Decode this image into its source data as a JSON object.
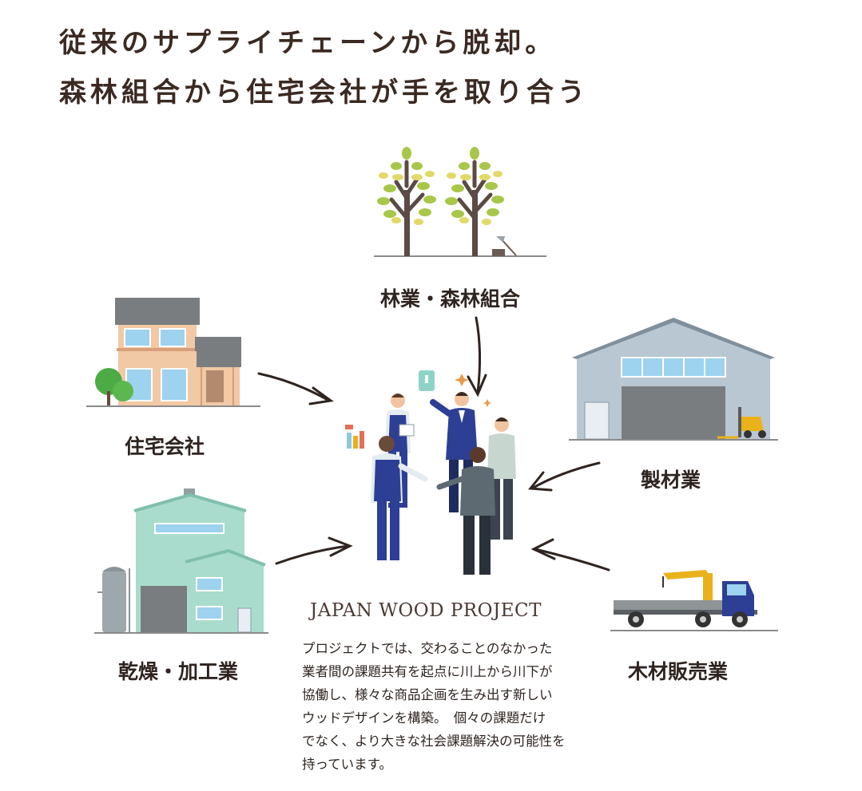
{
  "headline": {
    "line1": "従来のサプライチェーンから脱却。",
    "line2": "森林組合から住宅会社が手を取り合う"
  },
  "nodes": {
    "forestry": "林業・森林組合",
    "housing": "住宅会社",
    "sawmill": "製材業",
    "drying": "乾燥・加工業",
    "lumber": "木材販売業"
  },
  "project": {
    "title": "JAPAN WOOD PROJECT",
    "description_lines": [
      "プロジェクトでは、交わることのなかった",
      "業者間の課題共有を起点に川上から川下が",
      "協働し、様々な商品企画を生み出す新しい",
      "ウッドデザインを構築。　個々の課題だけ",
      "でなく、より大きな社会課題解決の可能性を",
      "持っています。"
    ]
  },
  "colors": {
    "text_dark": "#3b2a22",
    "leaf_green": "#a8c64a",
    "leaf_yellow": "#e2d96a",
    "house_wall": "#f1c9a4",
    "roof_gray": "#7a7d80",
    "window_blue": "#9dd3ee",
    "warehouse_gray": "#b9c7d3",
    "factory_mint": "#a9dccc",
    "truck_blue": "#2d3f94",
    "crane_yellow": "#e9b21a"
  },
  "icons": {
    "forestry": "trees-with-axe-stump-icon",
    "housing": "two-story-house-icon",
    "sawmill": "warehouse-with-forklift-icon",
    "drying": "factory-with-silo-icon",
    "lumber": "crane-truck-icon",
    "center": "business-people-meeting-icon"
  }
}
